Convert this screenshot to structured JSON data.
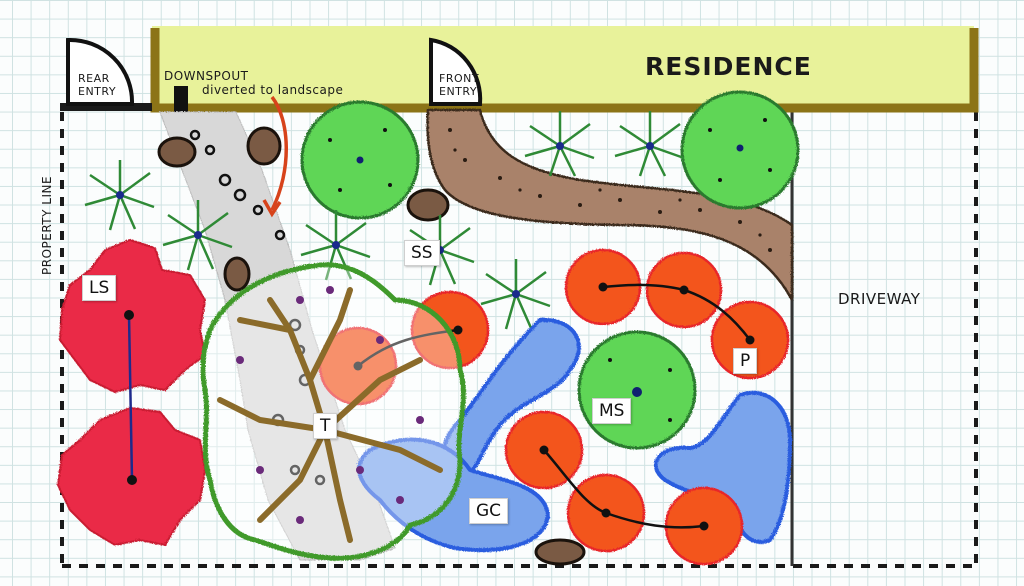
{
  "house": {
    "title": "RESIDENCE",
    "wall_color": "#8c7417",
    "fill_color": "#e8f29a"
  },
  "entries": [
    {
      "id": "rear",
      "line1": "REAR",
      "line2": "ENTRY"
    },
    {
      "id": "front",
      "line1": "FRONT",
      "line2": "ENTRY"
    }
  ],
  "downspout": {
    "label": "DOWNSPOUT",
    "note": "diverted to landscape",
    "arrow_color": "#d7431b"
  },
  "property_line": {
    "label": "PROPERTY LINE"
  },
  "driveway": {
    "label": "DRIVEWAY"
  },
  "plant_tags": {
    "ls": "LS",
    "ss": "SS",
    "t": "T",
    "p": "P",
    "ms": "MS",
    "gc": "GC"
  },
  "legend_colors": {
    "large_shrub": "#ea2a46",
    "perennial": "#f3541c",
    "medium_shrub": "#5ed657",
    "ground_cover": "#5b8de6",
    "small_shrub": "#2f8a36",
    "tree_branches": "#8b6b2a",
    "tree_canopy_outline": "#3f9a2c",
    "path_dry_creek": "#d9d9d9",
    "walkway": "#a9826a",
    "boulder": "#7a5a44"
  }
}
